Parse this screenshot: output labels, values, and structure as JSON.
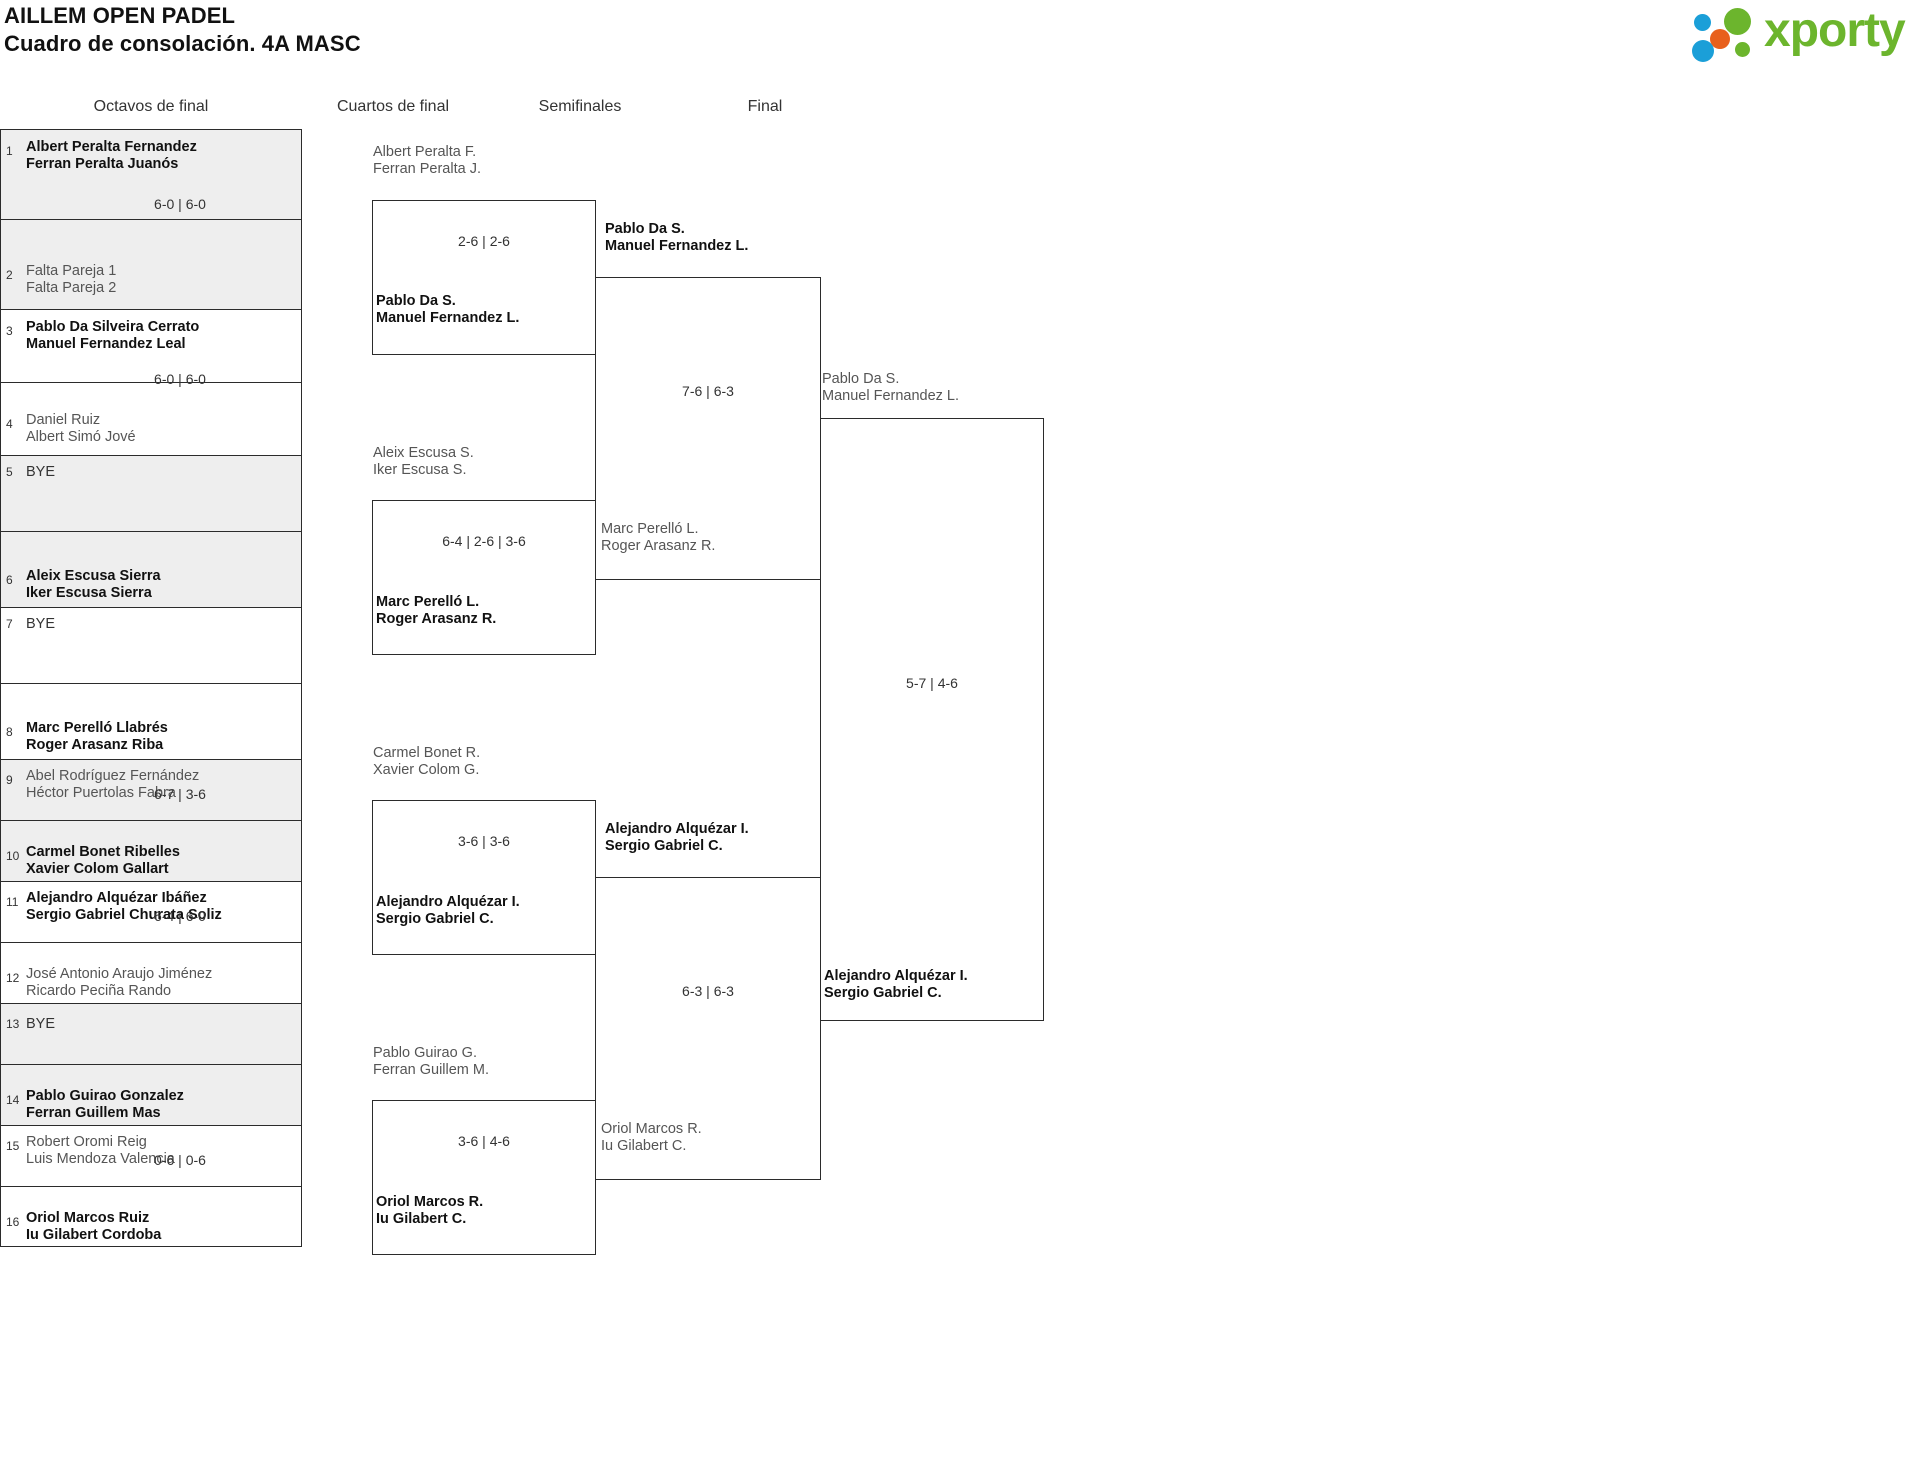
{
  "header": {
    "tournament": "AILLEM OPEN PADEL",
    "subtitle": "Cuadro de consolación. 4A MASC",
    "logo_text": "xporty",
    "logo_colors": {
      "green": "#6cb52d",
      "blue": "#1b9fd8",
      "orange": "#e8601c"
    }
  },
  "rounds": [
    {
      "label": "Octavos de final"
    },
    {
      "label": "Cuartos de final"
    },
    {
      "label": "Semifinales"
    },
    {
      "label": "Final"
    }
  ],
  "round_of_16": [
    {
      "seed": "1",
      "p1": "Albert Peralta Fernandez",
      "p2": "Ferran Peralta Juanós",
      "status": "winner"
    },
    {
      "seed": "2",
      "p1": "Falta Pareja 1",
      "p2": "Falta Pareja 2",
      "status": "loser"
    },
    {
      "seed": "3",
      "p1": "Pablo Da Silveira Cerrato",
      "p2": "Manuel Fernandez Leal",
      "status": "winner"
    },
    {
      "seed": "4",
      "p1": "Daniel Ruiz",
      "p2": "Albert Simó Jové",
      "status": "loser"
    },
    {
      "seed": "5",
      "p1": "BYE",
      "p2": "",
      "status": "bye"
    },
    {
      "seed": "6",
      "p1": "Aleix Escusa Sierra",
      "p2": "Iker Escusa Sierra",
      "status": "winner"
    },
    {
      "seed": "7",
      "p1": "BYE",
      "p2": "",
      "status": "bye"
    },
    {
      "seed": "8",
      "p1": "Marc Perelló Llabrés",
      "p2": "Roger Arasanz Riba",
      "status": "winner"
    },
    {
      "seed": "9",
      "p1": "Abel Rodríguez Fernández",
      "p2": "Héctor Puertolas Fabra",
      "status": "loser"
    },
    {
      "seed": "10",
      "p1": "Carmel Bonet Ribelles",
      "p2": "Xavier Colom Gallart",
      "status": "winner"
    },
    {
      "seed": "11",
      "p1": "Alejandro Alquézar Ibáñez",
      "p2": "Sergio Gabriel Churata Soliz",
      "status": "winner"
    },
    {
      "seed": "12",
      "p1": "José Antonio Araujo Jiménez",
      "p2": "Ricardo Peciña Rando",
      "status": "loser"
    },
    {
      "seed": "13",
      "p1": "BYE",
      "p2": "",
      "status": "bye"
    },
    {
      "seed": "14",
      "p1": "Pablo Guirao Gonzalez",
      "p2": "Ferran Guillem Mas",
      "status": "winner"
    },
    {
      "seed": "15",
      "p1": "Robert Oromi Reig",
      "p2": "Luis Mendoza Valencia",
      "status": "loser"
    },
    {
      "seed": "16",
      "p1": "Oriol Marcos Ruiz",
      "p2": "Iu Gilabert Cordoba",
      "status": "winner"
    }
  ],
  "round_of_16_scores": [
    {
      "score": "6-0 | 6-0"
    },
    {
      "score": "6-0 | 6-0"
    },
    {
      "score": ""
    },
    {
      "score": ""
    },
    {
      "score": "6-7 | 3-6"
    },
    {
      "score": "6-4 | 6-0"
    },
    {
      "score": ""
    },
    {
      "score": "0-6 | 0-6"
    }
  ],
  "quarterfinals": [
    {
      "loser_p1": "Albert Peralta F.",
      "loser_p2": "Ferran Peralta J.",
      "score": "2-6 | 2-6",
      "winner_p1": "Pablo Da S.",
      "winner_p2": "Manuel Fernandez L."
    },
    {
      "loser_p1": "Aleix Escusa S.",
      "loser_p2": "Iker Escusa S.",
      "score": "6-4 | 2-6 | 3-6",
      "winner_p1": "Marc Perelló L.",
      "winner_p2": "Roger Arasanz R."
    },
    {
      "loser_p1": "Carmel Bonet R.",
      "loser_p2": "Xavier Colom G.",
      "score": "3-6 | 3-6",
      "winner_p1": "Alejandro Alquézar I.",
      "winner_p2": "Sergio Gabriel C."
    },
    {
      "loser_p1": "Pablo Guirao G.",
      "loser_p2": "Ferran Guillem M.",
      "score": "3-6 | 4-6",
      "winner_p1": "Oriol Marcos R.",
      "winner_p2": "Iu Gilabert C."
    }
  ],
  "semifinals": [
    {
      "winner_p1": "Pablo Da S.",
      "winner_p2": "Manuel Fernandez L.",
      "score": "7-6 | 6-3",
      "loser_p1": "Marc Perelló L.",
      "loser_p2": "Roger Arasanz R."
    },
    {
      "winner_p1": "Alejandro Alquézar I.",
      "winner_p2": "Sergio Gabriel C.",
      "score": "6-3 | 6-3",
      "loser_p1": "Oriol Marcos R.",
      "loser_p2": "Iu Gilabert C."
    }
  ],
  "final": {
    "runner_up_p1": "Pablo Da S.",
    "runner_up_p2": "Manuel Fernandez L.",
    "score": "5-7 | 4-6",
    "champion_p1": "Alejandro Alquézar I.",
    "champion_p2": "Sergio Gabriel C."
  }
}
